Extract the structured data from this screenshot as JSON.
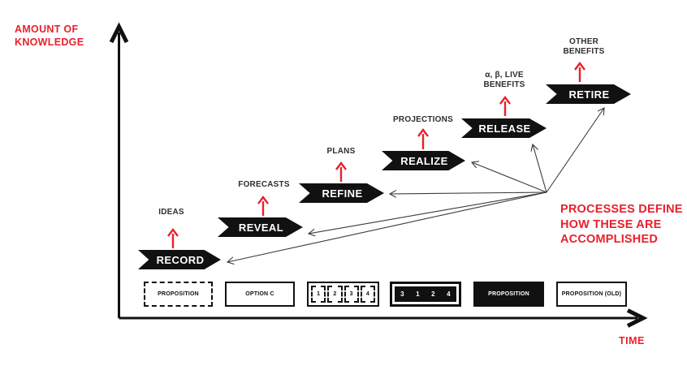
{
  "axes": {
    "y_label": "AMOUNT OF\nKNOWLEDGE",
    "x_label": "TIME"
  },
  "stages": [
    {
      "name": "RECORD",
      "label": "IDEAS"
    },
    {
      "name": "REVEAL",
      "label": "FORECASTS"
    },
    {
      "name": "REFINE",
      "label": "PLANS"
    },
    {
      "name": "REALIZE",
      "label": "PROJECTIONS"
    },
    {
      "name": "RELEASE",
      "label": "α, β, LIVE\nBENEFITS"
    },
    {
      "name": "RETIRE",
      "label": "OTHER\nBENEFITS"
    }
  ],
  "annotation": {
    "text": "PROCESSES DEFINE\nHOW THESE ARE\nACCOMPLISHED"
  },
  "artifacts": [
    {
      "label": "PROPOSITION"
    },
    {
      "label": "OPTION C"
    },
    {
      "cells": [
        "1",
        "2",
        "3",
        "4"
      ]
    },
    {
      "cells": [
        "3",
        "1",
        "2",
        "4"
      ]
    },
    {
      "label": "PROPOSITION"
    },
    {
      "label": "PROPOSITION (OLD)"
    }
  ],
  "colors": {
    "accent_red": "#e8212d",
    "shape_black": "#111111",
    "line_gray": "#3a3a3a"
  }
}
